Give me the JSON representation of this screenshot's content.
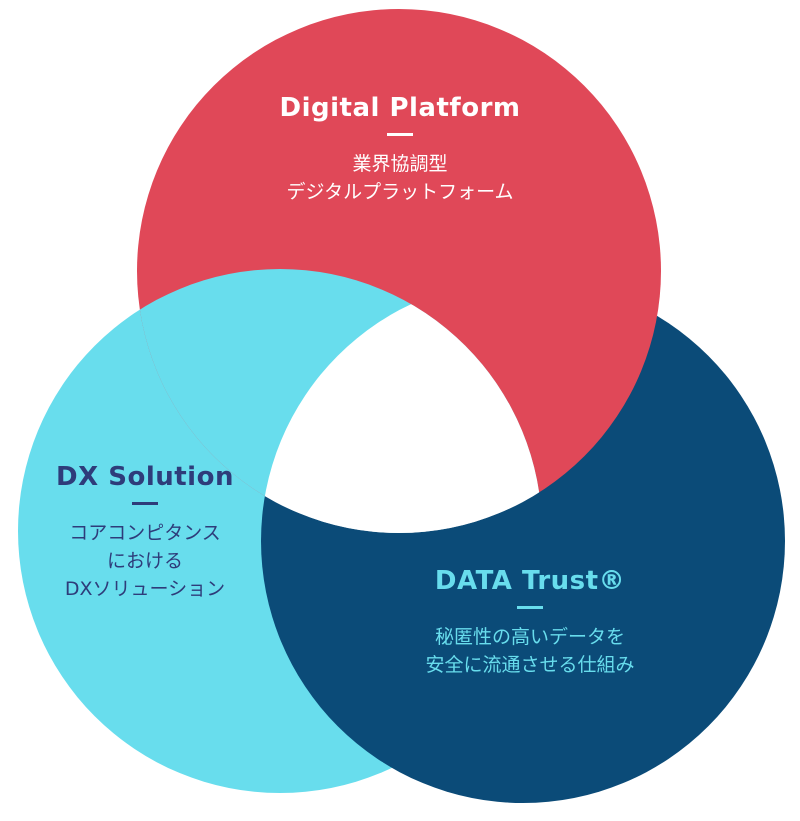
{
  "colors": {
    "digital_platform": "#e04858",
    "dx_solution": "#68dded",
    "data_trust": "#0b4b78",
    "center": "#ffffff"
  },
  "digital_platform": {
    "title": "Digital Platform",
    "desc_line1": "業界協調型",
    "desc_line2": "デジタルプラットフォーム",
    "text_color": "#ffffff"
  },
  "dx_solution": {
    "title": "DX Solution",
    "desc_line1": "コアコンピタンス",
    "desc_line2": "における",
    "desc_line3": "DXソリューション",
    "text_color": "#2e3c7a"
  },
  "data_trust": {
    "title": "DATA Trust®",
    "desc_line1": "秘匿性の高いデータを",
    "desc_line2": "安全に流通させる仕組み",
    "text_color": "#68dded"
  }
}
